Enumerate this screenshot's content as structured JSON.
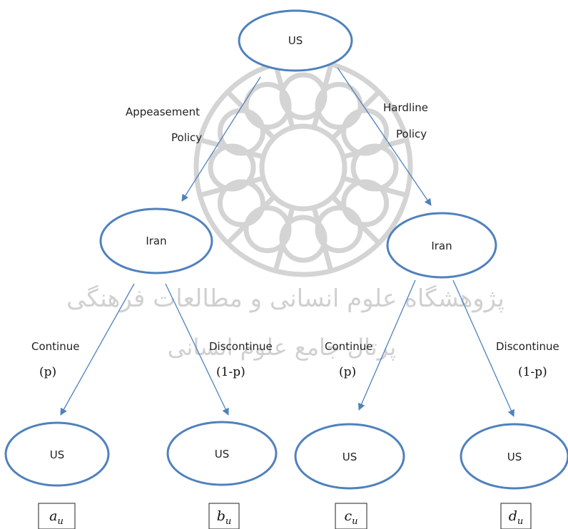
{
  "watermark": {
    "line1": "پژوهشگاه علوم انسانی و مطالعات فرهنگی",
    "line2": "پرتال جامع علوم انسانی"
  },
  "nodes": {
    "root": "US",
    "iran_left": "Iran",
    "iran_right": "Iran",
    "leaf_a": "US",
    "leaf_b": "US",
    "leaf_c": "US",
    "leaf_d": "US"
  },
  "edges": {
    "appeasement_line1": "Appeasement",
    "appeasement_line2": "Policy",
    "hardline_line1": "Hardline",
    "hardline_line2": "Policy",
    "left_continue": "Continue",
    "left_continue_prob": "(p)",
    "left_discontinue": "Discontinue",
    "left_discontinue_prob": "(1-p)",
    "right_continue": "Continue",
    "right_continue_prob": "(p)",
    "right_discontinue": "Discontinue",
    "right_discontinue_prob": "(1-p)"
  },
  "payoffs": {
    "a": {
      "var": "a",
      "sub": "u"
    },
    "b": {
      "var": "b",
      "sub": "u"
    },
    "c": {
      "var": "c",
      "sub": "u"
    },
    "d": {
      "var": "d",
      "sub": "u"
    }
  },
  "colors": {
    "node_stroke": "#4f81bd",
    "edge": "#4f81bd",
    "watermark": "#d4d4d4"
  }
}
